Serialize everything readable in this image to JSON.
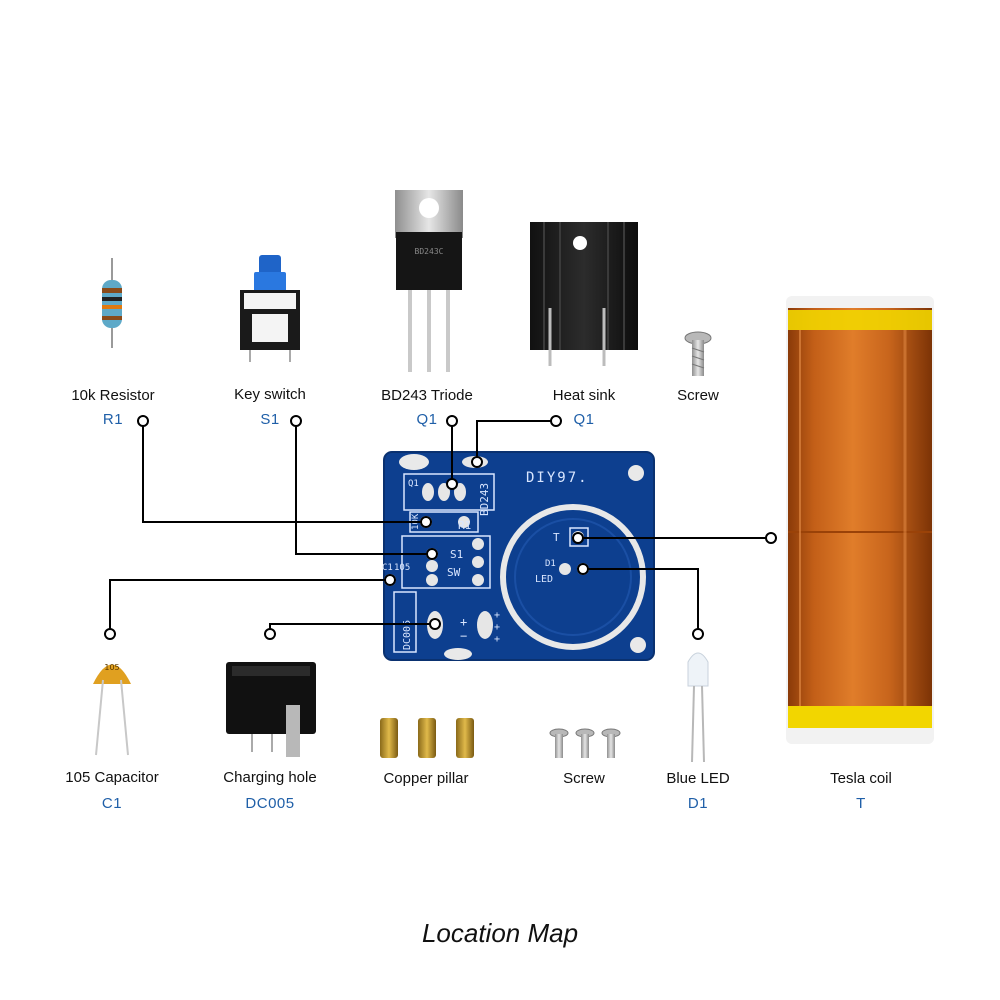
{
  "title": "Location Map",
  "colors": {
    "pcb": "#0d3f8f",
    "pcb_edge": "#0a3170",
    "ref_text": "#1f5fa8",
    "coil_copper": "#c3621a",
    "coil_tape": "#f2d600",
    "connector_line": "#000000"
  },
  "components": [
    {
      "name": "10k Resistor",
      "ref": "R1"
    },
    {
      "name": "Key switch",
      "ref": "S1"
    },
    {
      "name": "BD243 Triode",
      "ref": "Q1"
    },
    {
      "name": "Heat sink",
      "ref": "Q1"
    },
    {
      "name": "Screw",
      "ref": ""
    },
    {
      "name": "105 Capacitor",
      "ref": "C1"
    },
    {
      "name": "Charging hole",
      "ref": "DC005"
    },
    {
      "name": "Copper pillar",
      "ref": ""
    },
    {
      "name": "Screw",
      "ref": ""
    },
    {
      "name": "Blue LED",
      "ref": "D1"
    },
    {
      "name": "Tesla coil",
      "ref": "T"
    }
  ],
  "pcb_silkscreen": {
    "brand": "DIY97.",
    "q1": "Q1",
    "bd243": "BD243",
    "r1": "R1",
    "tenk": "10K",
    "s1": "S1",
    "sw": "SW",
    "c1": "C1",
    "c105": "105",
    "dc005": "DC005",
    "t": "T",
    "d1": "D1",
    "led": "LED",
    "cap_mark": "105",
    "bd_marking": "BD243C"
  }
}
